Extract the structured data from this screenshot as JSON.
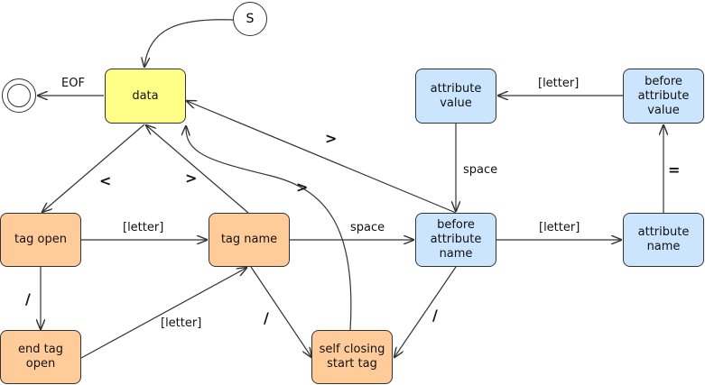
{
  "start": "S",
  "nodes": {
    "data": "data",
    "tag_open": "tag open",
    "tag_name": "tag name",
    "end_tag_open": "end tag open",
    "self_closing": "self closing\nstart tag",
    "before_attr_name": "before\nattribute\nname",
    "attr_name": "attribute\nname",
    "before_attr_value": "before\nattribute\nvalue",
    "attr_value": "attribute\nvalue"
  },
  "edges": {
    "eof": "EOF",
    "lt": "<",
    "gt_tagname": ">",
    "gt_selfclosing": ">",
    "gt_beforeattr": ">",
    "letter_tagopen": "[letter]",
    "slash_tagopen": "/",
    "letter_endtag": "[letter]",
    "space_tagname": "space",
    "slash_tagname": "/",
    "slash_beforeattr": "/",
    "letter_beforeattr": "[letter]",
    "eq": "=",
    "letter_value": "[letter]",
    "space_value": "space"
  },
  "colors": {
    "data": "#ffff88",
    "tag": "#ffcc99",
    "attribute": "#cce5ff"
  }
}
